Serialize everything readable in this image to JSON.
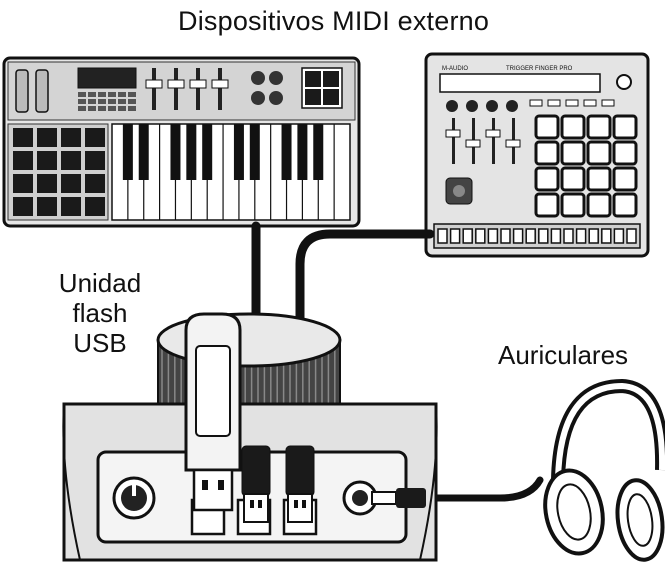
{
  "labels": {
    "title": "Dispositivos MIDI externo",
    "flash_line1": "Unidad",
    "flash_line2": "flash",
    "flash_line3": "USB",
    "headphones": "Auriculares"
  },
  "devices": {
    "controller_brand": "M-AUDIO",
    "controller_model": "TRIGGER FINGER PRO"
  },
  "icons": {
    "keyboard": "midi-keyboard-controller-icon",
    "pad_controller": "pad-controller-icon",
    "interface": "audio-interface-icon",
    "flash_drive": "usb-flash-drive-icon",
    "headphones": "headphones-icon"
  },
  "colors": {
    "ink": "#111111",
    "background": "#ffffff",
    "device_gray": "#d9d9d9",
    "pad_black": "#1a1a1a"
  }
}
